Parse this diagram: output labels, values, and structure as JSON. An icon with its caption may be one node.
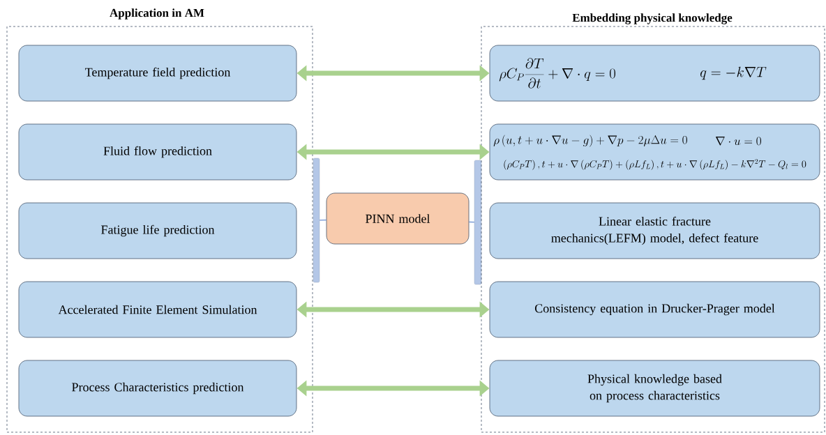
{
  "diagram": {
    "nodes": [
      {
        "text": [
          "Application in AM"
        ]
      },
      {
        "text": [
          "Temperature field prediction"
        ],
        "in": 0
      },
      {
        "text": [
          "Fluid flow prediction"
        ],
        "in": 0
      },
      {
        "text": [
          "Fatigue life prediction"
        ],
        "in": 0
      },
      {
        "text": [
          "Accelerated Finite Element Simulation"
        ],
        "in": 0
      },
      {
        "text": [
          "Process Characteristics prediction"
        ],
        "in": 0
      },
      {
        "text": [],
        "shape": "bar"
      },
      {
        "text": [
          "PINN model"
        ]
      },
      {
        "text": [],
        "shape": "bar"
      },
      {
        "text": [
          "Embedding physical knowledge"
        ]
      },
      {
        "text": [
          "\\rho C_P \\frac{\\partial T}{\\partial t}+\\nabla\\cdot q=0",
          "q=-k\\nabla T"
        ],
        "in": 9
      },
      {
        "text": [
          "\\rho\\left(u,t+u\\cdot\\nabla u-g\\right)+\\nabla p-2\\mu\\Delta u=0",
          "\\nabla\\cdot u=0",
          "\\left(\\rho C_P T\\right),t+u\\cdot\\nabla\\left(\\rho C_P T\\right)+\\left(\\rho L f_L\\right),t+u\\cdot\\nabla\\left(\\rho L f_L\\right)-k\\nabla^2 T-Q_l=0"
        ],
        "in": 9
      },
      {
        "text": [
          "Linear elastic fracture mechanics(LEFM) model, defect feature"
        ],
        "in": 9
      },
      {
        "text": [
          "Consistency equation in Drucker-Prager model"
        ],
        "in": 9
      },
      {
        "text": [
          "Physical knowledge based on process characteristics"
        ],
        "in": 9
      }
    ],
    "edges": [
      {
        "from": 1,
        "to": 10,
        "arrow": "both"
      },
      {
        "from": 2,
        "to": 11,
        "arrow": "both"
      },
      {
        "from": 4,
        "to": 13,
        "arrow": "both"
      },
      {
        "from": 5,
        "to": 14,
        "arrow": "both"
      },
      {
        "from": 7,
        "to": 6,
        "arrow": "none",
        "color": "#4472c4"
      },
      {
        "from": 7,
        "to": 8,
        "arrow": "none",
        "color": "#4472c4"
      }
    ]
  }
}
